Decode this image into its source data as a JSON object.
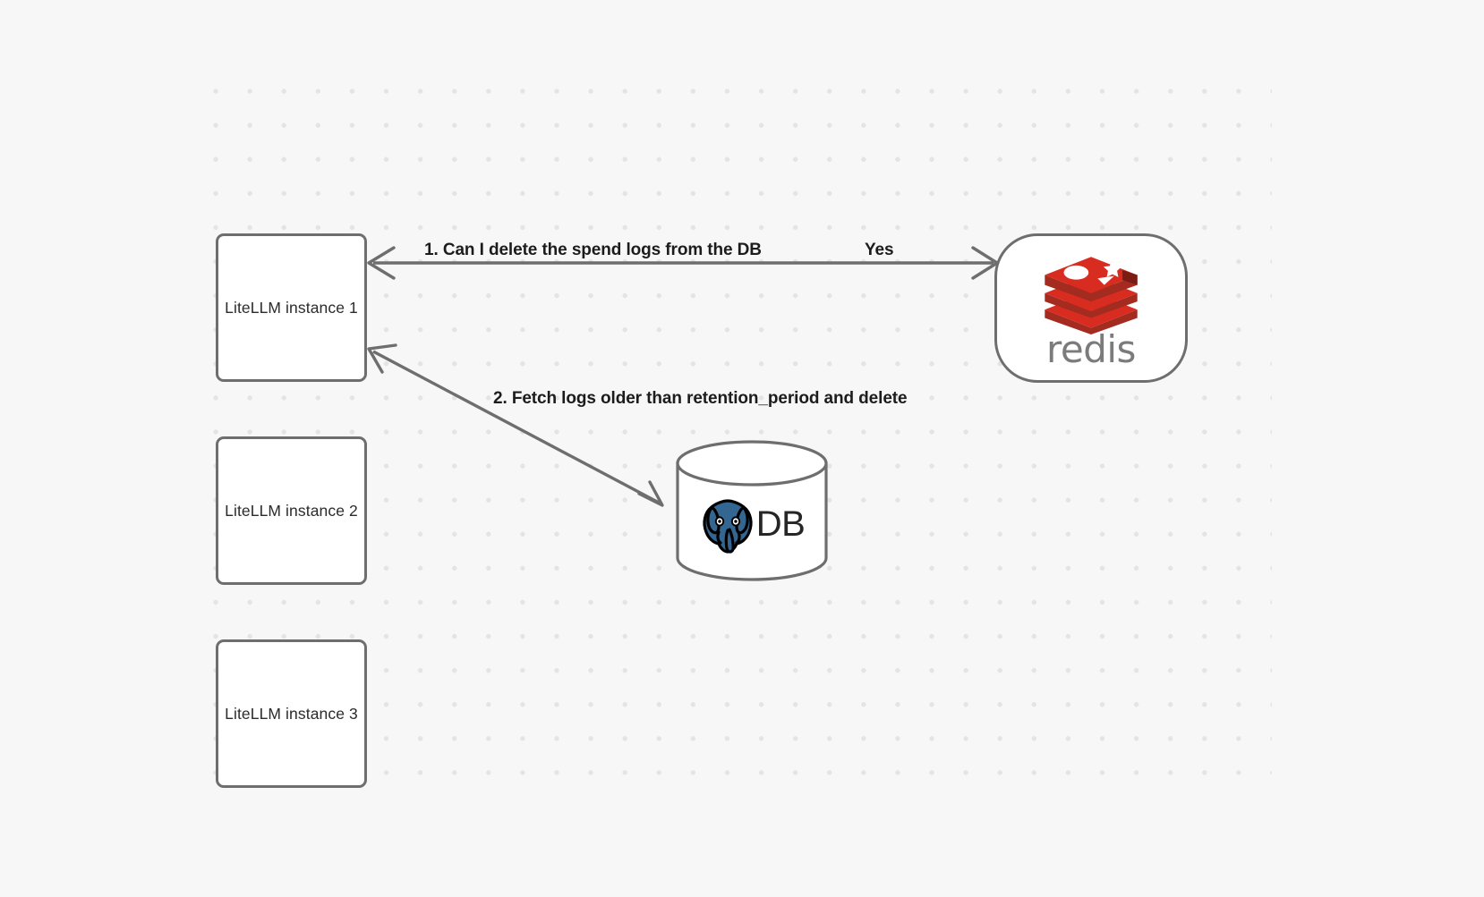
{
  "canvas": {
    "background_color": "#f7f7f7",
    "grid_dot_color": "#e4e4e4",
    "stroke_color": "#6e6e6e"
  },
  "nodes": [
    {
      "id": "instance-1",
      "label": "LiteLLM instance 1",
      "shape": "rounded-rect"
    },
    {
      "id": "instance-2",
      "label": "LiteLLM instance 2",
      "shape": "rounded-rect"
    },
    {
      "id": "instance-3",
      "label": "LiteLLM instance 3",
      "shape": "rounded-rect"
    },
    {
      "id": "redis",
      "label": "redis",
      "shape": "stadium",
      "icon": "redis-logo-icon",
      "brand_color": "#d82c20"
    },
    {
      "id": "postgres-db",
      "label": "DB",
      "shape": "cylinder",
      "icon": "postgresql-elephant-icon",
      "brand_color": "#336791"
    }
  ],
  "edges": [
    {
      "id": "edge-instance1-redis",
      "from": "instance-1",
      "to": "redis",
      "direction": "bidirectional",
      "labels": [
        {
          "id": "step-1",
          "text": "1.  Can I delete the spend logs from the DB"
        },
        {
          "id": "answer",
          "text": "Yes"
        }
      ]
    },
    {
      "id": "edge-instance1-db",
      "from": "instance-1",
      "to": "postgres-db",
      "direction": "bidirectional",
      "labels": [
        {
          "id": "step-2",
          "text": "2.  Fetch logs older than retention_period and delete"
        }
      ]
    }
  ],
  "redis": {
    "wordmark": "redis"
  },
  "db": {
    "text": "DB"
  }
}
